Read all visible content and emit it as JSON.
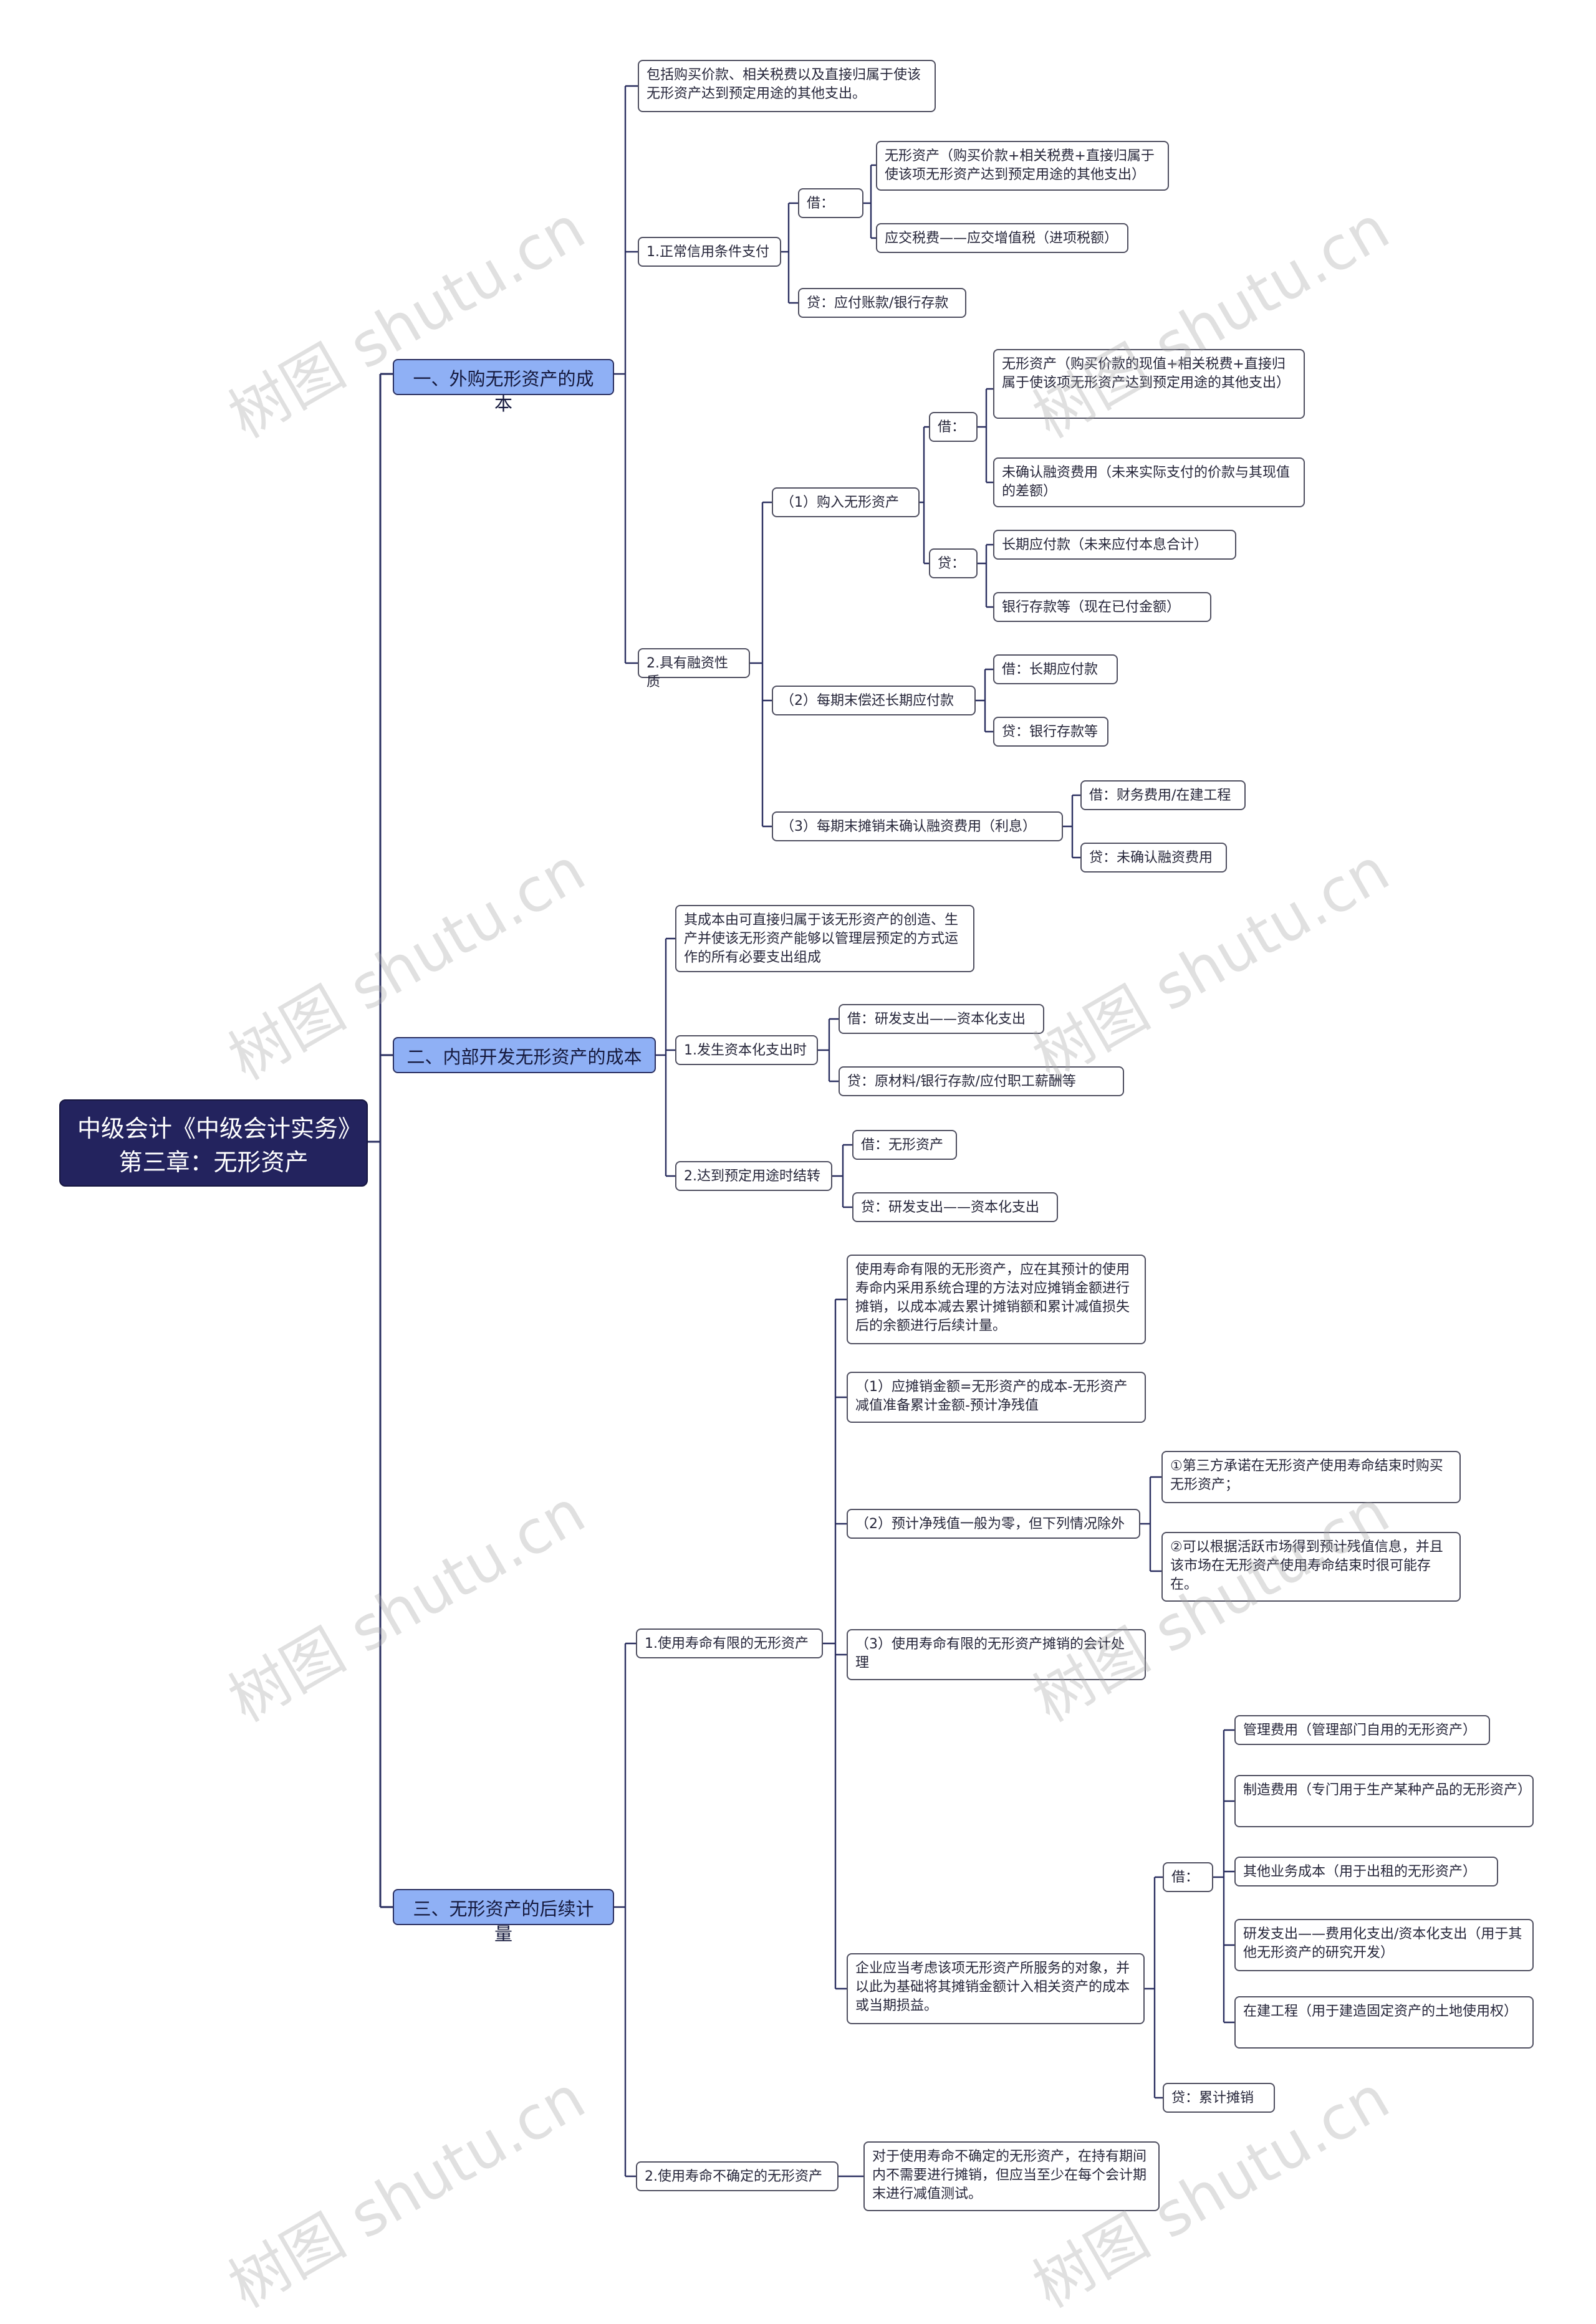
{
  "root": "中级会计《中级会计实务》第三章：无形资产",
  "sections": {
    "s1": {
      "title": "一、外购无形资产的成本",
      "desc": "包括购买价款、相关税费以及直接归属于使该无形资产达到预定用途的其他支出。",
      "normal": {
        "label": "1.正常信用条件支付",
        "debit": "借：",
        "debit_items": [
          "无形资产（购买价款+相关税费+直接归属于使该项无形资产达到预定用途的其他支出）",
          "应交税费——应交增值税（进项税额）"
        ],
        "credit": "贷：应付账款/银行存款"
      },
      "financing": {
        "label": "2.具有融资性质",
        "purchase": {
          "label": "（1）购入无形资产",
          "debit": "借：",
          "debit_items": [
            "无形资产（购买价款的现值+相关税费+直接归属于使该项无形资产达到预定用途的其他支出）",
            "未确认融资费用（未来实际支付的价款与其现值的差额）"
          ],
          "credit": "贷：",
          "credit_items": [
            "长期应付款（未来应付本息合计）",
            "银行存款等（现在已付金额）"
          ]
        },
        "repay": {
          "label": "（2）每期末偿还长期应付款",
          "debit": "借：长期应付款",
          "credit": "贷：银行存款等"
        },
        "amortize": {
          "label": "（3）每期末摊销未确认融资费用（利息）",
          "debit": "借：财务费用/在建工程",
          "credit": "贷：未确认融资费用"
        }
      }
    },
    "s2": {
      "title": "二、内部开发无形资产的成本",
      "desc": "其成本由可直接归属于该无形资产的创造、生产并使该无形资产能够以管理层预定的方式运作的所有必要支出组成",
      "cap": {
        "label": "1.发生资本化支出时",
        "debit": "借：研发支出——资本化支出",
        "credit": "贷：原材料/银行存款/应付职工薪酬等"
      },
      "transfer": {
        "label": "2.达到预定用途时结转",
        "debit": "借：无形资产",
        "credit": "贷：研发支出——资本化支出"
      }
    },
    "s3": {
      "title": "三、无形资产的后续计量",
      "finite": {
        "label": "1.使用寿命有限的无形资产",
        "desc": "使用寿命有限的无形资产，应在其预计的使用寿命内采用系统合理的方法对应摊销金额进行摊销，以成本减去累计摊销额和累计减值损失后的余额进行后续计量。",
        "amount": "（1）应摊销金额=无形资产的成本-无形资产减值准备累计金额-预计净残值",
        "residual": {
          "label": "（2）预计净残值一般为零，但下列情况除外",
          "items": [
            "①第三方承诺在无形资产使用寿命结束时购买无形资产；",
            "②可以根据活跃市场得到预计残值信息，并且该市场在无形资产使用寿命结束时很可能存在。"
          ]
        },
        "treatment": "（3）使用寿命有限的无形资产摊销的会计处理",
        "object": {
          "label": "企业应当考虑该项无形资产所服务的对象，并以此为基础将其摊销金额计入相关资产的成本或当期损益。",
          "debit": "借：",
          "debit_items": [
            "管理费用（管理部门自用的无形资产）",
            "制造费用（专门用于生产某种产品的无形资产）",
            "其他业务成本（用于出租的无形资产）",
            "研发支出——费用化支出/资本化支出（用于其他无形资产的研究开发）",
            "在建工程（用于建造固定资产的土地使用权）"
          ],
          "credit": "贷：累计摊销"
        }
      },
      "indefinite": {
        "label": "2.使用寿命不确定的无形资产",
        "desc": "对于使用寿命不确定的无形资产，在持有期间内不需要进行摊销，但应当至少在每个会计期末进行减值测试。"
      }
    }
  },
  "watermark": "树图 shutu.cn",
  "colors": {
    "line": "#2a2f60",
    "root_bg": "#23235e",
    "l1_bg": "#8fb0f5",
    "border": "#4f4f60"
  }
}
